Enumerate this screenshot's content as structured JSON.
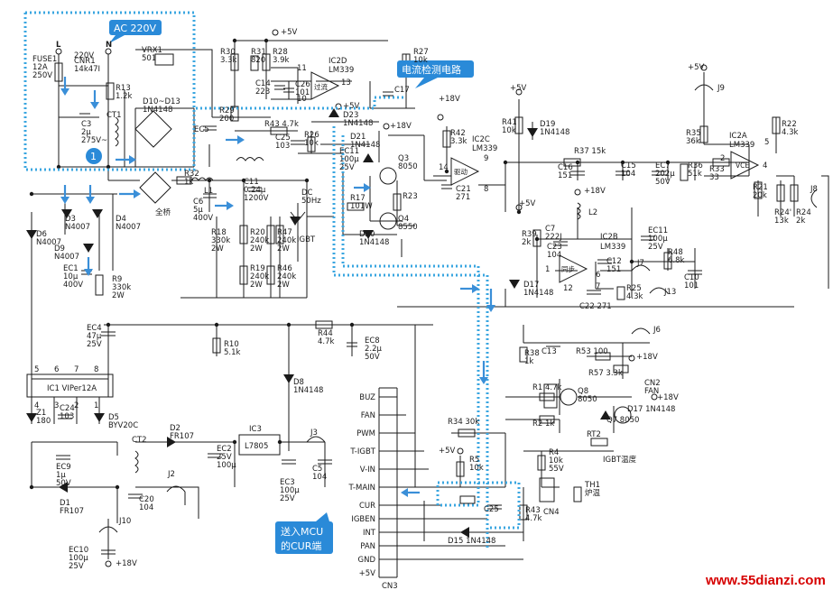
{
  "callouts": {
    "ac": "AC 220V",
    "current_detect": "电流检测电路",
    "to_mcu": [
      "送入MCU",
      "的CUR端"
    ],
    "marker_1": "1"
  },
  "mains": {
    "l": "L",
    "n": "N",
    "v": "220V"
  },
  "watermark": "www.55dianzi.com",
  "cn3": {
    "name": "CN3",
    "pins": [
      "BUZ",
      "FAN",
      "PWM",
      "T-IGBT",
      "V-IN",
      "T-MAIN",
      "CUR",
      "IGBEN",
      "INT",
      "PAN",
      "GND",
      "+5V"
    ]
  },
  "opamps": {
    "ic2d": [
      "IC2D",
      "LM339",
      "过流"
    ],
    "ic2c": [
      "IC2C",
      "LM339",
      "驱动"
    ],
    "ic2b": [
      "IC2B",
      "LM339",
      "同步"
    ],
    "ic2a": [
      "IC2A",
      "LM339",
      "VCE"
    ]
  },
  "labels": [
    {
      "id": "fuse",
      "lines": [
        "FUSE1",
        "12A",
        "250V"
      ]
    },
    {
      "id": "cnr1",
      "lines": [
        "CNR1",
        "14k47I"
      ]
    },
    {
      "id": "c3",
      "lines": [
        "C3",
        "2μ",
        "275V~"
      ]
    },
    {
      "id": "ct1",
      "lines": [
        "CT1"
      ]
    },
    {
      "id": "vrx1",
      "lines": [
        "VRX1",
        "501"
      ]
    },
    {
      "id": "r13",
      "lines": [
        "R13",
        "1.2k"
      ]
    },
    {
      "id": "d10",
      "lines": [
        "D10~D13",
        "1N4148"
      ]
    },
    {
      "id": "ec5",
      "lines": [
        "EC5"
      ]
    },
    {
      "id": "r30",
      "lines": [
        "R30",
        "3.3k"
      ]
    },
    {
      "id": "r28",
      "lines": [
        "R28",
        "3.9k"
      ]
    },
    {
      "id": "r31",
      "lines": [
        "R31",
        "820"
      ]
    },
    {
      "id": "c14",
      "lines": [
        "C14",
        "223"
      ]
    },
    {
      "id": "c26",
      "lines": [
        "C26",
        "101"
      ]
    },
    {
      "id": "r29",
      "lines": [
        "R29",
        "200"
      ]
    },
    {
      "id": "r27",
      "lines": [
        "R27",
        "10k"
      ]
    },
    {
      "id": "c17",
      "lines": [
        "C17"
      ]
    },
    {
      "id": "p5v_top",
      "lines": [
        "+5V"
      ]
    },
    {
      "id": "pin11",
      "lines": [
        "11"
      ]
    },
    {
      "id": "pin10",
      "lines": [
        "10"
      ]
    },
    {
      "id": "pin13",
      "lines": [
        "13"
      ]
    },
    {
      "id": "r43",
      "lines": [
        "R43 4.7k"
      ]
    },
    {
      "id": "d23",
      "lines": [
        "D23",
        "1N4148"
      ]
    },
    {
      "id": "c25",
      "lines": [
        "C25",
        "103"
      ]
    },
    {
      "id": "r26",
      "lines": [
        "R26",
        "10k"
      ]
    },
    {
      "id": "p5v_d23",
      "lines": [
        "+5V"
      ]
    },
    {
      "id": "d21",
      "lines": [
        "D21",
        "1N4148"
      ]
    },
    {
      "id": "ec11",
      "lines": [
        "EC11",
        "100μ",
        "25V"
      ]
    },
    {
      "id": "p18v_q3",
      "lines": [
        "+18V"
      ]
    },
    {
      "id": "q3",
      "lines": [
        "Q3",
        "8050"
      ]
    },
    {
      "id": "r23",
      "lines": [
        "R23"
      ]
    },
    {
      "id": "r17",
      "lines": [
        "R17",
        "101W"
      ]
    },
    {
      "id": "q4",
      "lines": [
        "Q4",
        "8550"
      ]
    },
    {
      "id": "d20",
      "lines": [
        "D20",
        "1N4148"
      ]
    },
    {
      "id": "p18v_r42",
      "lines": [
        "+18V"
      ]
    },
    {
      "id": "r42",
      "lines": [
        "R42",
        "3.3k"
      ]
    },
    {
      "id": "c21",
      "lines": [
        "C21",
        "271"
      ]
    },
    {
      "id": "pin14",
      "lines": [
        "14"
      ]
    },
    {
      "id": "pin9",
      "lines": [
        "9"
      ]
    },
    {
      "id": "pin8",
      "lines": [
        "8"
      ]
    },
    {
      "id": "p5v_r41",
      "lines": [
        "+5V"
      ]
    },
    {
      "id": "r41",
      "lines": [
        "R41",
        "10k"
      ]
    },
    {
      "id": "d19",
      "lines": [
        "D19",
        "1N4148"
      ]
    },
    {
      "id": "r37",
      "lines": [
        "R37 15k"
      ]
    },
    {
      "id": "c16",
      "lines": [
        "C16",
        "151"
      ]
    },
    {
      "id": "c15",
      "lines": [
        "C15",
        "104"
      ]
    },
    {
      "id": "ec7",
      "lines": [
        "EC7",
        "202μ",
        "50V"
      ]
    },
    {
      "id": "r36",
      "lines": [
        "R36",
        "51k"
      ]
    },
    {
      "id": "p5v_j9",
      "lines": [
        "+5V"
      ]
    },
    {
      "id": "j9",
      "lines": [
        "J9"
      ]
    },
    {
      "id": "r35",
      "lines": [
        "R35",
        "36k"
      ]
    },
    {
      "id": "r33",
      "lines": [
        "R33",
        "33"
      ]
    },
    {
      "id": "r22",
      "lines": [
        "R22",
        "4.3k"
      ]
    },
    {
      "id": "pin5",
      "lines": [
        "5"
      ]
    },
    {
      "id": "pin4",
      "lines": [
        "4"
      ]
    },
    {
      "id": "pin2",
      "lines": [
        "2"
      ]
    },
    {
      "id": "r21",
      "lines": [
        "R21",
        "20k"
      ]
    },
    {
      "id": "r24p",
      "lines": [
        "R24'",
        "13k"
      ]
    },
    {
      "id": "r24",
      "lines": [
        "R24",
        "2k"
      ]
    },
    {
      "id": "j8",
      "lines": [
        "J8"
      ]
    },
    {
      "id": "r32",
      "lines": [
        "R32",
        "1k"
      ]
    },
    {
      "id": "l1",
      "lines": [
        "L1"
      ]
    },
    {
      "id": "bridge",
      "lines": [
        "全桥"
      ]
    },
    {
      "id": "c6",
      "lines": [
        "C6",
        "5μ",
        "400V"
      ]
    },
    {
      "id": "c11",
      "lines": [
        "C11",
        "0.24μ",
        "1200V"
      ]
    },
    {
      "id": "dc",
      "lines": [
        "DC",
        "50Hz"
      ]
    },
    {
      "id": "igbt",
      "lines": [
        "IGBT"
      ]
    },
    {
      "id": "r18",
      "lines": [
        "R18",
        "330k",
        "2W"
      ]
    },
    {
      "id": "r20",
      "lines": [
        "R20",
        "240k",
        "2W"
      ]
    },
    {
      "id": "r47",
      "lines": [
        "R47",
        "240k",
        "2W"
      ]
    },
    {
      "id": "r19",
      "lines": [
        "R19",
        "240k",
        "2W"
      ]
    },
    {
      "id": "r46",
      "lines": [
        "R46",
        "240k",
        "2W"
      ]
    },
    {
      "id": "d3",
      "lines": [
        "D3",
        "N4007"
      ]
    },
    {
      "id": "d4",
      "lines": [
        "D4",
        "N4007"
      ]
    },
    {
      "id": "d6",
      "lines": [
        "D6",
        "N4007"
      ]
    },
    {
      "id": "d9",
      "lines": [
        "D9",
        "N4007"
      ]
    },
    {
      "id": "ec1",
      "lines": [
        "EC1",
        "10μ",
        "400V"
      ]
    },
    {
      "id": "r9",
      "lines": [
        "R9",
        "330k",
        "2W"
      ]
    },
    {
      "id": "ec4",
      "lines": [
        "EC4",
        "47μ",
        "25V"
      ]
    },
    {
      "id": "r10",
      "lines": [
        "R10",
        "5.1k"
      ]
    },
    {
      "id": "r44",
      "lines": [
        "R44",
        "4.7k"
      ]
    },
    {
      "id": "ec8",
      "lines": [
        "EC8",
        "2.2μ",
        "50V"
      ]
    },
    {
      "id": "ic1",
      "lines": [
        "IC1 VIPer12A"
      ]
    },
    {
      "id": "ic1_top",
      "lines": [
        "5",
        "6",
        "7",
        "8"
      ]
    },
    {
      "id": "ic1_bot",
      "lines": [
        "4",
        "3",
        "2",
        "1"
      ]
    },
    {
      "id": "z1",
      "lines": [
        "Z1",
        "180"
      ]
    },
    {
      "id": "c24",
      "lines": [
        "C24",
        "103"
      ]
    },
    {
      "id": "d5",
      "lines": [
        "D5",
        "BYV20C"
      ]
    },
    {
      "id": "ec9",
      "lines": [
        "EC9",
        "1μ",
        "50V"
      ]
    },
    {
      "id": "d1",
      "lines": [
        "D1",
        "FR107"
      ]
    },
    {
      "id": "ct2",
      "lines": [
        "CT2"
      ]
    },
    {
      "id": "d2",
      "lines": [
        "D2",
        "FR107"
      ]
    },
    {
      "id": "ec2",
      "lines": [
        "EC2",
        "25V",
        "100μ"
      ]
    },
    {
      "id": "ic3",
      "lines": [
        "IC3"
      ]
    },
    {
      "id": "l7805",
      "lines": [
        "L7805"
      ]
    },
    {
      "id": "j3",
      "lines": [
        "J3"
      ]
    },
    {
      "id": "c5",
      "lines": [
        "C5",
        "104"
      ]
    },
    {
      "id": "ec3",
      "lines": [
        "EC3",
        "100μ",
        "25V"
      ]
    },
    {
      "id": "j2",
      "lines": [
        "J2"
      ]
    },
    {
      "id": "c20",
      "lines": [
        "C20",
        "104"
      ]
    },
    {
      "id": "j10",
      "lines": [
        "J10"
      ]
    },
    {
      "id": "ec10",
      "lines": [
        "EC10",
        "100μ",
        "25V"
      ]
    },
    {
      "id": "p18v_ec10",
      "lines": [
        "+18V"
      ]
    },
    {
      "id": "d8",
      "lines": [
        "D8",
        "1N4148"
      ]
    },
    {
      "id": "p18v_l2",
      "lines": [
        "+18V"
      ]
    },
    {
      "id": "l2",
      "lines": [
        "L2"
      ]
    },
    {
      "id": "p5v_r39",
      "lines": [
        "+5V"
      ]
    },
    {
      "id": "r39",
      "lines": [
        "R39",
        "2k"
      ]
    },
    {
      "id": "c7",
      "lines": [
        "C7",
        "222J"
      ]
    },
    {
      "id": "c23",
      "lines": [
        "C23",
        "104"
      ]
    },
    {
      "id": "ec11b",
      "lines": [
        "EC11",
        "100μ",
        "25V"
      ]
    },
    {
      "id": "c12",
      "lines": [
        "C12",
        "151"
      ]
    },
    {
      "id": "r48",
      "lines": [
        "R48",
        "6.8k"
      ]
    },
    {
      "id": "j7",
      "lines": [
        "J7"
      ]
    },
    {
      "id": "r25",
      "lines": [
        "R25",
        "4.3k"
      ]
    },
    {
      "id": "j13",
      "lines": [
        "J13"
      ]
    },
    {
      "id": "c10",
      "lines": [
        "C10",
        "101"
      ]
    },
    {
      "id": "c22",
      "lines": [
        "C22 271"
      ]
    },
    {
      "id": "pin1",
      "lines": [
        "1"
      ]
    },
    {
      "id": "pin12",
      "lines": [
        "12"
      ]
    },
    {
      "id": "pin6",
      "lines": [
        "6"
      ]
    },
    {
      "id": "pin7",
      "lines": [
        "7"
      ]
    },
    {
      "id": "d17a",
      "lines": [
        "D17",
        "1N4148"
      ]
    },
    {
      "id": "j6",
      "lines": [
        "J6"
      ]
    },
    {
      "id": "r38",
      "lines": [
        "R38",
        "1k"
      ]
    },
    {
      "id": "c13",
      "lines": [
        "C13"
      ]
    },
    {
      "id": "r53",
      "lines": [
        "R53 100"
      ]
    },
    {
      "id": "r57",
      "lines": [
        "R57 3.3k"
      ]
    },
    {
      "id": "p18v_r53",
      "lines": [
        "+18V"
      ]
    },
    {
      "id": "cn2",
      "lines": [
        "CN2",
        "FAN"
      ]
    },
    {
      "id": "p18v_cn2",
      "lines": [
        "+18V"
      ]
    },
    {
      "id": "r1",
      "lines": [
        "R1 4.7k"
      ]
    },
    {
      "id": "q8",
      "lines": [
        "Q8",
        "8050"
      ]
    },
    {
      "id": "d17b",
      "lines": [
        "D17 1N4148"
      ]
    },
    {
      "id": "r34",
      "lines": [
        "R34 30k"
      ]
    },
    {
      "id": "r2",
      "lines": [
        "R2 1k"
      ]
    },
    {
      "id": "q7",
      "lines": [
        "Q7 8050"
      ]
    },
    {
      "id": "rt2",
      "lines": [
        "RT2"
      ]
    },
    {
      "id": "igbt_temp",
      "lines": [
        "IGBT温度"
      ]
    },
    {
      "id": "p5v_r5",
      "lines": [
        "+5V"
      ]
    },
    {
      "id": "r5",
      "lines": [
        "R5",
        "10k"
      ]
    },
    {
      "id": "r4",
      "lines": [
        "R4",
        "10k",
        "55V"
      ]
    },
    {
      "id": "c25b",
      "lines": [
        "C25"
      ]
    },
    {
      "id": "th1",
      "lines": [
        "TH1",
        "炉温"
      ]
    },
    {
      "id": "r43b",
      "lines": [
        "R43",
        "4.7k"
      ]
    },
    {
      "id": "cn4",
      "lines": [
        "CN4"
      ]
    },
    {
      "id": "d15",
      "lines": [
        "D15 1N4148"
      ]
    }
  ]
}
